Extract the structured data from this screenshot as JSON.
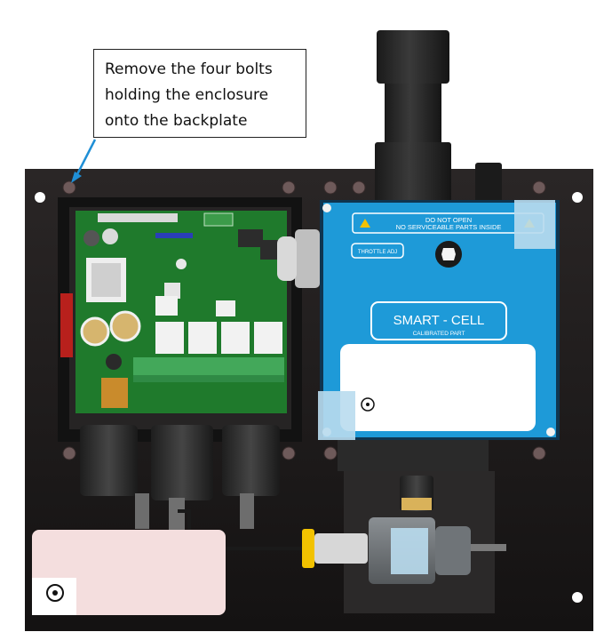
{
  "callout": {
    "lines": [
      "Remove the four bolts",
      "holding the enclosure",
      "onto the backplate"
    ]
  },
  "blue_unit": {
    "warning_line1": "DO NOT OPEN",
    "warning_line2": "NO SERVICEABLE PARTS INSIDE",
    "throttle_label": "THROTTLE ADJ",
    "brand": "SMART - CELL",
    "brand_sub": "CALIBRATED PART"
  },
  "colors": {
    "backplate": "#1c1a1a",
    "pcb": "#1f7a2c",
    "blue_unit": "#1e9ad8",
    "arrow": "#1f8fd6",
    "sticker": "#b9dcee",
    "yellow_ring": "#f2c200"
  }
}
